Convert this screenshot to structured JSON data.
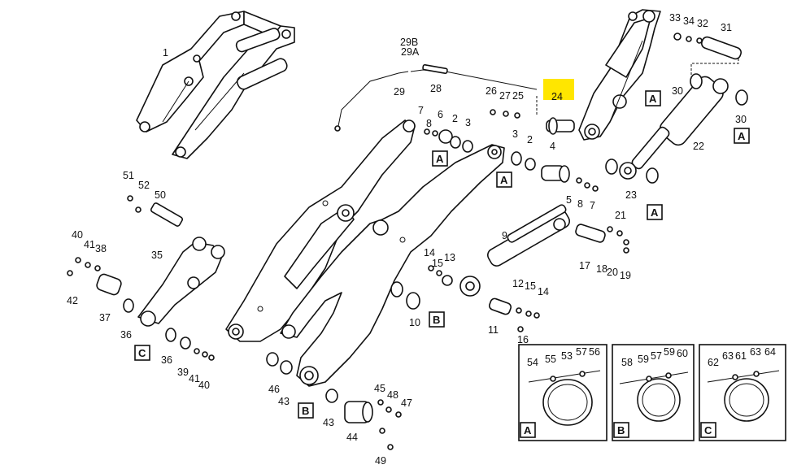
{
  "diagram": {
    "callouts": {
      "c1": "1",
      "c29b": "29B",
      "c29a": "29A",
      "c29": "29",
      "c28": "28",
      "c26": "26",
      "c27": "27",
      "c25": "25",
      "c24": "24",
      "c33": "33",
      "c34": "34",
      "c32": "32",
      "c31": "31",
      "c30a": "30",
      "c30b": "30",
      "c22": "22",
      "c23": "23",
      "c21": "21",
      "c7a": "7",
      "c6a": "6",
      "c2a": "2",
      "c3a": "3",
      "c8a": "8",
      "c3b": "3",
      "c2b": "2",
      "c4": "4",
      "c5": "5",
      "c8b": "8",
      "c7b": "7",
      "c51": "51",
      "c52": "52",
      "c50": "50",
      "c40a": "40",
      "c41a": "41",
      "c38": "38",
      "c42": "42",
      "c35": "35",
      "c37": "37",
      "c36a": "36",
      "c36b": "36",
      "c39": "39",
      "c41b": "41",
      "c40b": "40",
      "c9": "9",
      "c17": "17",
      "c18": "18",
      "c20": "20",
      "c19": "19",
      "c14a": "14",
      "c15a": "15",
      "c13": "13",
      "c12": "12",
      "c15b": "15",
      "c14b": "14",
      "c11": "11",
      "c16": "16",
      "c10": "10",
      "c46": "46",
      "c43a": "43",
      "c43b": "43",
      "c45": "45",
      "c48": "48",
      "c47": "47",
      "c44": "44",
      "c49": "49",
      "c54": "54",
      "c55": "55",
      "c53": "53",
      "c57": "57",
      "c56": "56",
      "c58": "58",
      "c59a": "59",
      "c57b": "57",
      "c59b": "59",
      "c60": "60",
      "c62": "62",
      "c63a": "63",
      "c61": "61",
      "c63b": "63",
      "c64": "64"
    },
    "detail_tags": {
      "a1": "A",
      "a2": "A",
      "a3": "A",
      "a4": "A",
      "a5": "A",
      "b1": "B",
      "b2": "B",
      "c1": "C",
      "panel_a": "A",
      "panel_b": "B",
      "panel_c": "C"
    },
    "highlight_color": "#ffe600"
  }
}
